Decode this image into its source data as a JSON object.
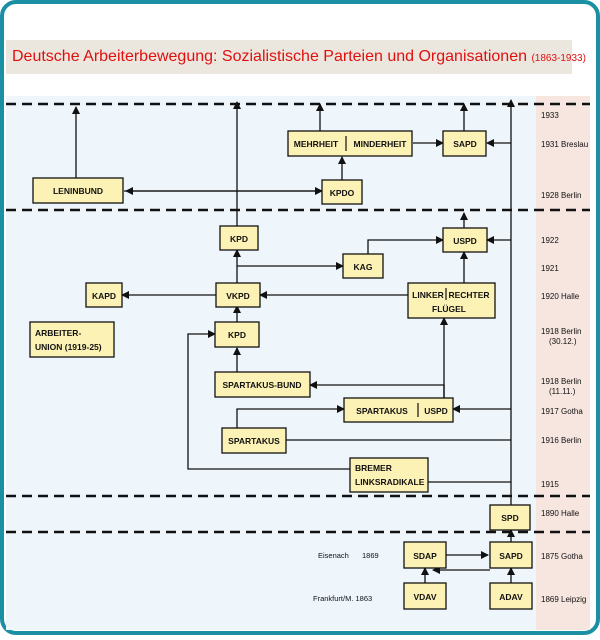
{
  "title": "Deutsche Arbeiterbewegung: Sozialistische Parteien und Organisationen",
  "title_years": "(1863-1933)",
  "colors": {
    "border": "#1b8fa3",
    "panel": "#eef5fb",
    "node": "#fdf2b5",
    "side": "#f7e6e0",
    "title_text": "#e01010"
  },
  "years": [
    "1933",
    "1931 Breslau",
    "1928 Berlin",
    "1922",
    "1921",
    "1920 Halle",
    "1918 Berlin",
    "(30.12.)",
    "1918 Berlin",
    "(11.11.)",
    "1917 Gotha",
    "1916 Berlin",
    "1915",
    "1890 Halle",
    "1875 Gotha",
    "1869 Leipzig"
  ],
  "left_labels": {
    "eisenach": "Eisenach",
    "eisenach_year": "1869",
    "frankfurt": "Frankfurt/M. 1863"
  },
  "nodes": {
    "mehrheit": "MEHRHEIT",
    "minderheit": "MINDERHEIT",
    "sapd_1931": "SAPD",
    "leninbund": "LENINBUND",
    "kpdo": "KPDO",
    "kpd_1922": "KPD",
    "uspd_1922": "USPD",
    "kag": "KAG",
    "kapd": "KAPD",
    "vkpd": "VKPD",
    "linker": "LINKER",
    "rechter": "RECHTER",
    "fluegel": "FLÜGEL",
    "arbeiter": "ARBEITER-",
    "union": "UNION (1919-25)",
    "kpd_1918": "KPD",
    "spartakusbund": "SPARTAKUS-BUND",
    "spartakus_1917": "SPARTAKUS",
    "uspd_1917": "USPD",
    "spartakus_1916": "SPARTAKUS",
    "bremer": "BREMER",
    "linksradikale": "LINKSRADIKALE",
    "spd": "SPD",
    "sdap": "SDAP",
    "sapd_1875": "SAPD",
    "vdav": "VDAV",
    "adav": "ADAV"
  }
}
